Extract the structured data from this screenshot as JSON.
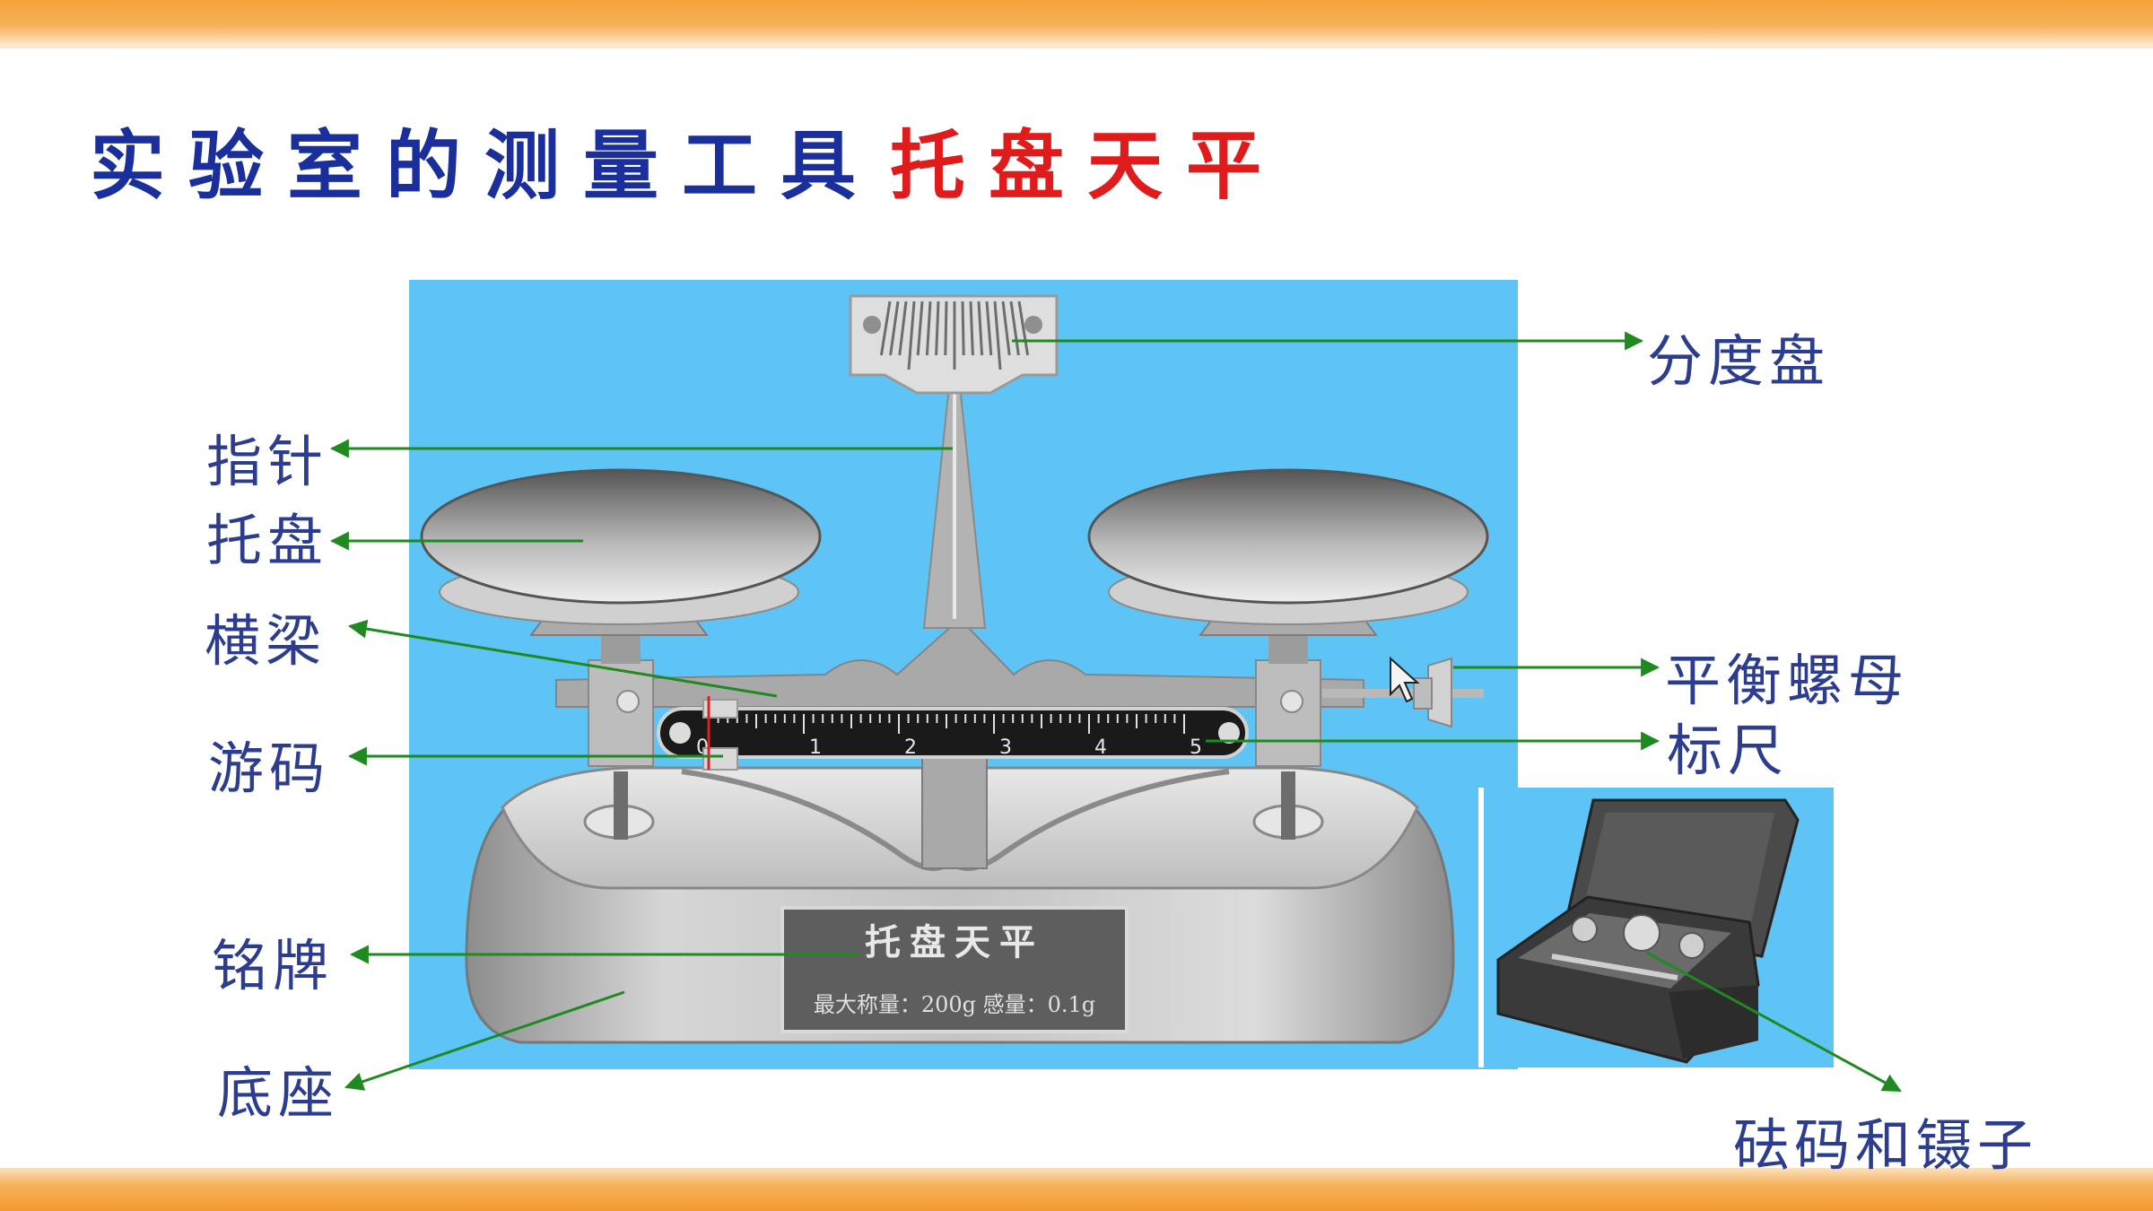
{
  "title": {
    "main": "实验室的测量工具",
    "accent": "托盘天平"
  },
  "labels": {
    "pointer": "指针",
    "tray": "托盘",
    "beam": "横梁",
    "rider": "游码",
    "nameplate": "铭牌",
    "base": "底座",
    "scale_dial": "分度盘",
    "balance_nut": "平衡螺母",
    "ruler": "标尺",
    "weights_tweezers": "砝码和镊子"
  },
  "ruler_ticks": [
    "0",
    "1",
    "2",
    "3",
    "4",
    "5"
  ],
  "plate": {
    "title": "托盘天平",
    "spec": "最大称量：200g  感量：0.1g"
  },
  "colors": {
    "title_main": "#1a2f9c",
    "title_accent": "#e01b1b",
    "label": "#2c3d8f",
    "leader": "#1f8a1f",
    "panel": "#5ec4f5",
    "band": "#f6a63f"
  }
}
